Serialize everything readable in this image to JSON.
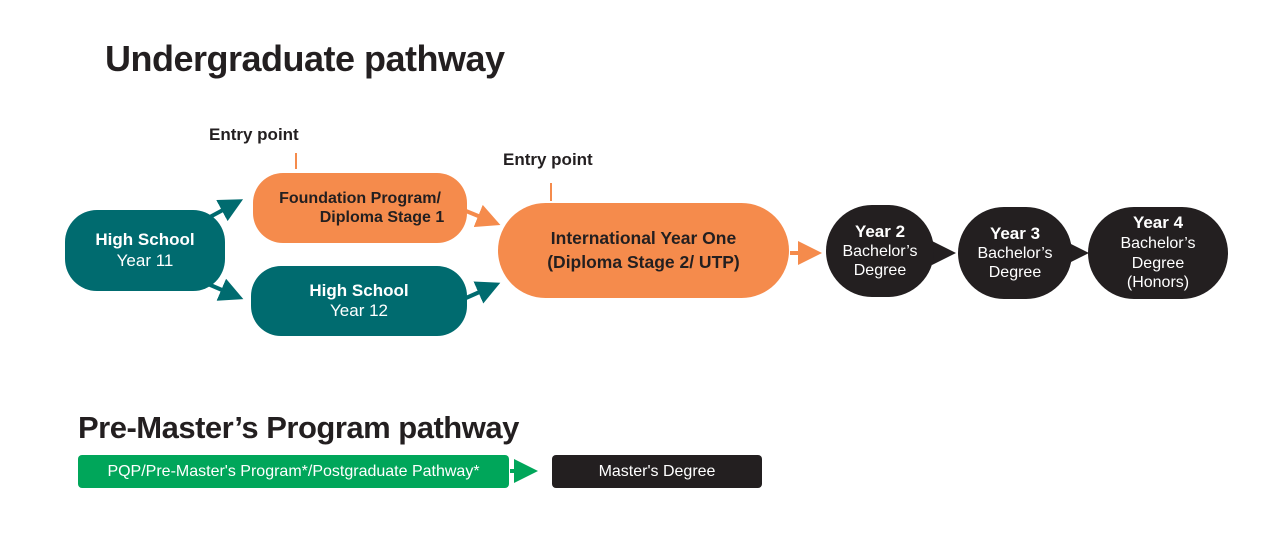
{
  "undergrad": {
    "title": "Undergraduate pathway",
    "entry_point_1": "Entry point",
    "entry_point_2": "Entry point",
    "high_school_11": {
      "line1": "High School",
      "line2": "Year 11"
    },
    "foundation": {
      "line1": "Foundation Program/",
      "line2": "Diploma Stage 1"
    },
    "high_school_12": {
      "line1": "High School",
      "line2": "Year 12"
    },
    "international_year_one": {
      "line1": "International Year One",
      "line2": "(Diploma Stage 2/ UTP)"
    },
    "year2": {
      "line1": "Year 2",
      "line2": "Bachelor’s",
      "line3": "Degree"
    },
    "year3": {
      "line1": "Year 3",
      "line2": "Bachelor’s",
      "line3": "Degree"
    },
    "year4": {
      "line1": "Year 4",
      "line2": "Bachelor’s",
      "line3": "Degree",
      "line4": "(Honors)"
    }
  },
  "premaster": {
    "title": "Pre-Master’s Program pathway",
    "program": "PQP/Pre-Master's Program*/Postgraduate Pathway*",
    "masters": "Master's Degree"
  },
  "colors": {
    "teal": "#006b6f",
    "orange": "#f58b4c",
    "black": "#231f20",
    "green": "#00a65a"
  }
}
